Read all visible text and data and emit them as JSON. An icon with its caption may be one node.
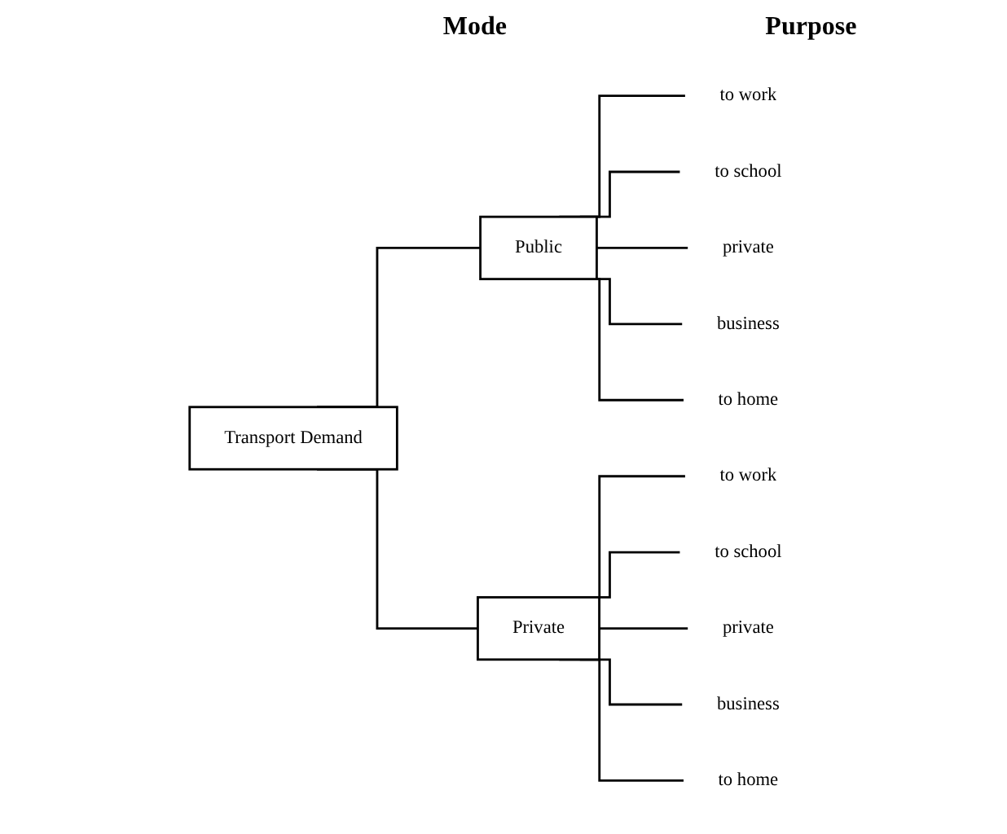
{
  "diagram": {
    "nodes": [
      {
        "text": [
          "Transport Demand"
        ]
      },
      {
        "text": [
          "Public"
        ]
      },
      {
        "text": [
          "Private"
        ]
      },
      {
        "text": [
          "to work"
        ]
      },
      {
        "text": [
          "to school"
        ]
      },
      {
        "text": [
          "private"
        ]
      },
      {
        "text": [
          "business"
        ]
      },
      {
        "text": [
          "to home"
        ]
      },
      {
        "text": [
          "to work"
        ]
      },
      {
        "text": [
          "to school"
        ]
      },
      {
        "text": [
          "private"
        ]
      },
      {
        "text": [
          "business"
        ]
      },
      {
        "text": [
          "to home"
        ]
      }
    ],
    "edges": [
      {
        "from": 0,
        "to": 1,
        "arrow": "none"
      },
      {
        "from": 0,
        "to": 2,
        "arrow": "none"
      },
      {
        "from": 1,
        "to": 3,
        "arrow": "none"
      },
      {
        "from": 1,
        "to": 4,
        "arrow": "none"
      },
      {
        "from": 1,
        "to": 5,
        "arrow": "none"
      },
      {
        "from": 1,
        "to": 6,
        "arrow": "none"
      },
      {
        "from": 1,
        "to": 7,
        "arrow": "none"
      },
      {
        "from": 2,
        "to": 8,
        "arrow": "none"
      },
      {
        "from": 2,
        "to": 9,
        "arrow": "none"
      },
      {
        "from": 2,
        "to": 10,
        "arrow": "none"
      },
      {
        "from": 2,
        "to": 11,
        "arrow": "none"
      },
      {
        "from": 2,
        "to": 12,
        "arrow": "none"
      }
    ],
    "labels": [
      "Mode",
      "Purpose"
    ]
  }
}
